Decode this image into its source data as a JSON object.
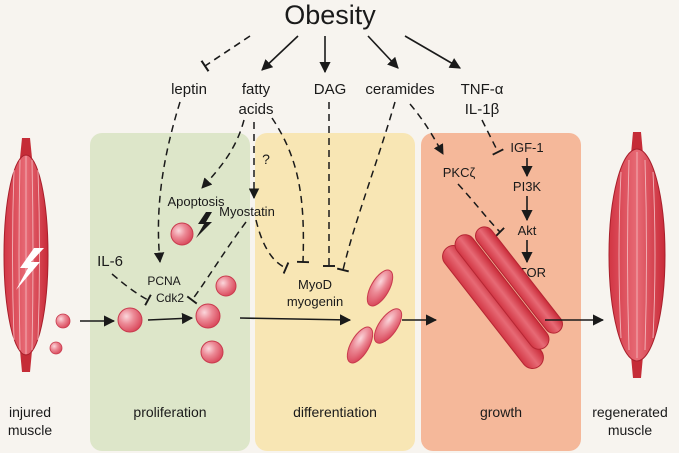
{
  "title": "Obesity",
  "factors": {
    "leptin": "leptin",
    "fatty_acids_line1": "fatty",
    "fatty_acids_line2": "acids",
    "dag": "DAG",
    "ceramides": "ceramides",
    "tnf_alpha": "TNF-α",
    "il_1beta": "IL-1β"
  },
  "stages": {
    "injured_line1": "injured",
    "injured_line2": "muscle",
    "proliferation": "proliferation",
    "differentiation": "differentiation",
    "growth": "growth",
    "regenerated_line1": "regenerated",
    "regenerated_line2": "muscle"
  },
  "molecules": {
    "apoptosis": "Apoptosis",
    "il6": "IL-6",
    "pcna": "PCNA",
    "cdk2": "Cdk2",
    "myostatin": "Myostatin",
    "question": "?",
    "myod": "MyoD",
    "myogenin": "myogenin",
    "pkcz": "PKCζ",
    "igf1": "IGF-1",
    "pi3k": "PI3K",
    "akt": "Akt",
    "mtor": "mTOR"
  },
  "colors": {
    "background": "#f7f4ef",
    "proliferation_panel": "#dde6c9",
    "differentiation_panel": "#f8e6b4",
    "growth_panel": "#f5b89a",
    "muscle_red": "#d6303a",
    "cell_pink": "#e56a78"
  }
}
